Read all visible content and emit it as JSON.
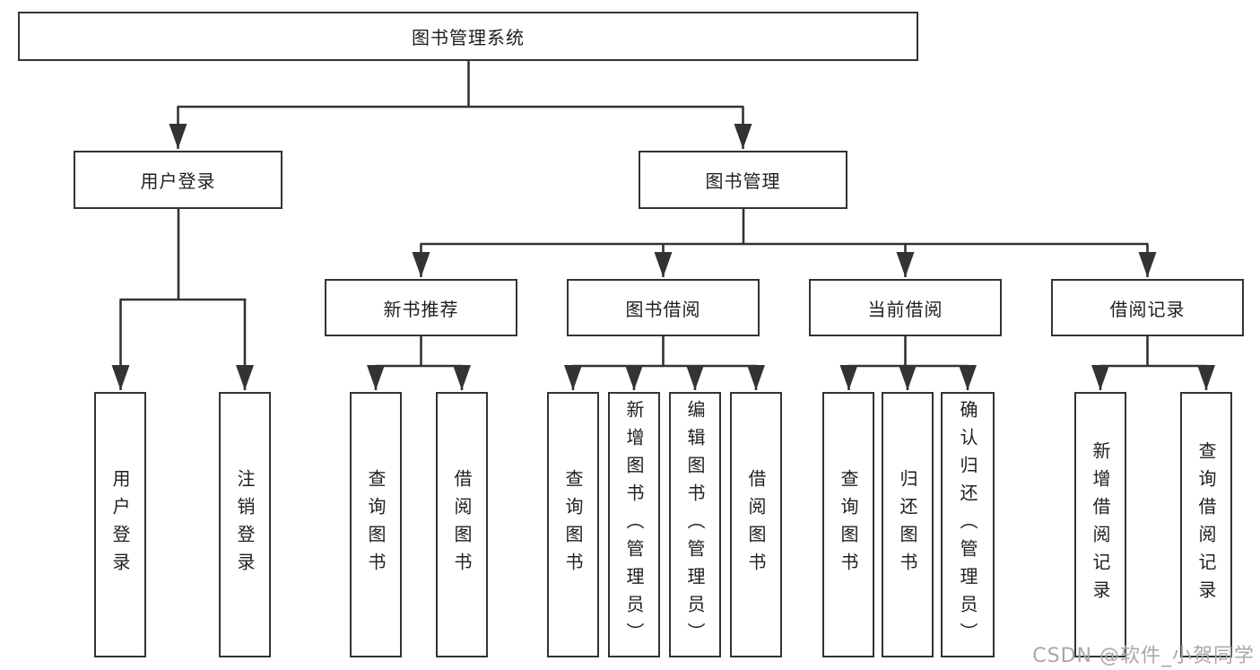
{
  "colors": {
    "line": "#333333",
    "text": "#1f1f1f",
    "background": "#ffffff",
    "watermark": "#a8a8a8"
  },
  "watermark": {
    "text": "CSDN @软件_小贺同学"
  },
  "tree": {
    "label": "图书管理系统",
    "children": [
      {
        "label": "用户登录",
        "children": [
          {
            "label": "用户登录"
          },
          {
            "label": "注销登录"
          }
        ]
      },
      {
        "label": "图书管理",
        "children": [
          {
            "label": "新书推荐",
            "children": [
              {
                "label": "查询图书"
              },
              {
                "label": "借阅图书"
              }
            ]
          },
          {
            "label": "图书借阅",
            "children": [
              {
                "label": "查询图书"
              },
              {
                "label": "新增图书（管理员）"
              },
              {
                "label": "编辑图书（管理员）"
              },
              {
                "label": "借阅图书"
              }
            ]
          },
          {
            "label": "当前借阅",
            "children": [
              {
                "label": "查询图书"
              },
              {
                "label": "归还图书"
              },
              {
                "label": "确认归还（管理员）"
              }
            ]
          },
          {
            "label": "借阅记录",
            "children": [
              {
                "label": "新增借阅记录"
              },
              {
                "label": "查询借阅记录"
              }
            ]
          }
        ]
      }
    ]
  }
}
